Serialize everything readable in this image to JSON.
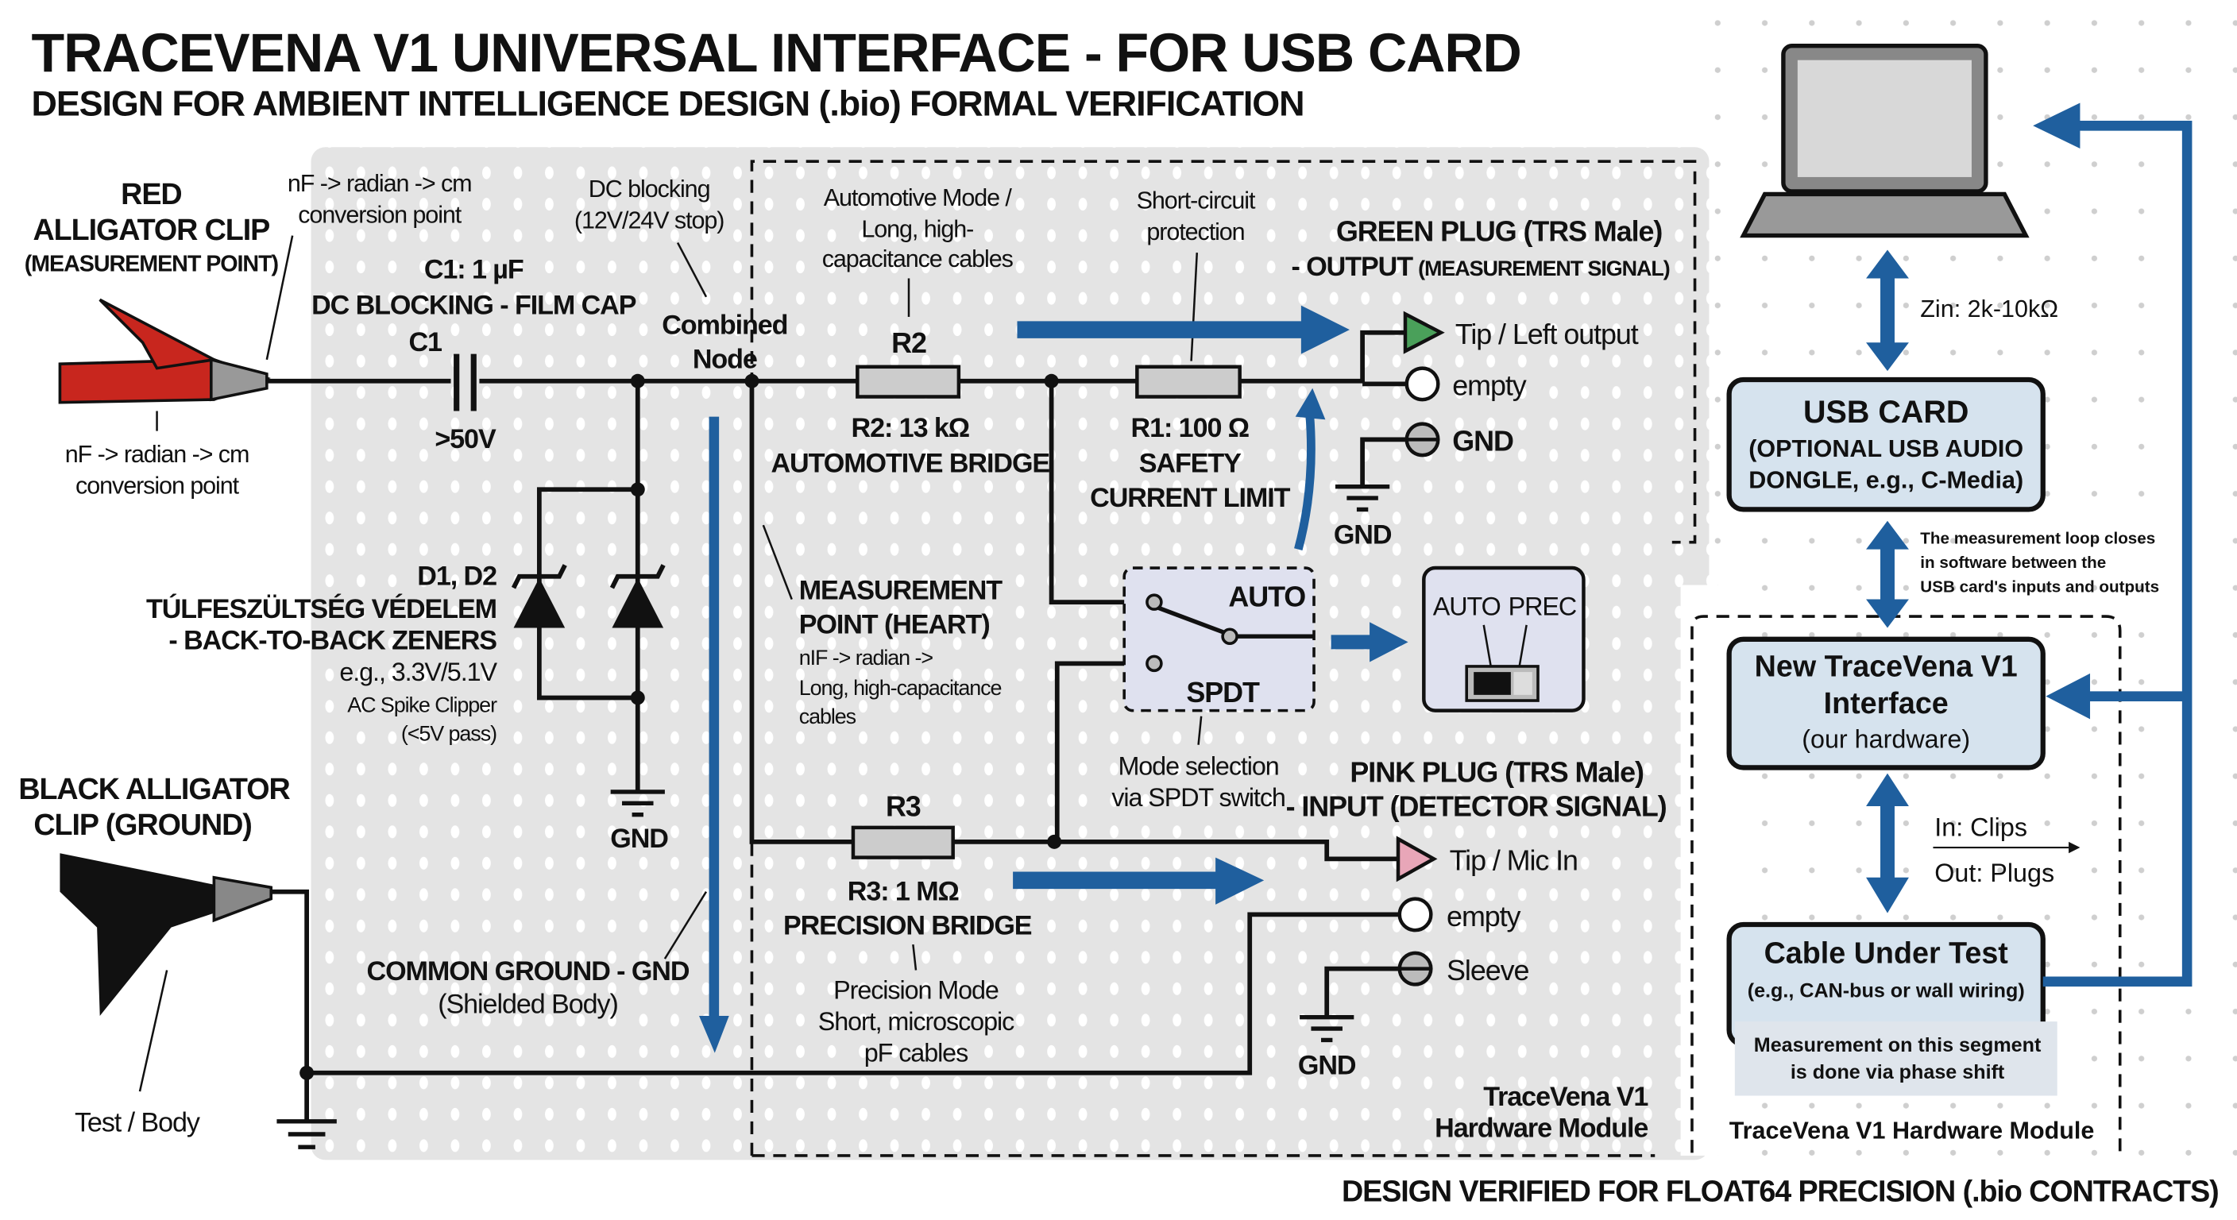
{
  "header": {
    "title": "TRACEVENA V1 UNIVERSAL INTERFACE - FOR USB CARD",
    "subtitle": "DESIGN FOR AMBIENT INTELLIGENCE DESIGN (.bio) FORMAL VERIFICATION"
  },
  "red_clip": {
    "title1": "RED",
    "title2": "ALLIGATOR CLIP",
    "title3": "(MEASUREMENT POINT)",
    "note_top1": "nF -> radian -> cm",
    "note_top2": "conversion point",
    "note_bottom1": "nF -> radian -> cm",
    "note_bottom2": "conversion point",
    "color": "#c8261e"
  },
  "c1": {
    "value": "C1: 1 µF",
    "desc": "DC BLOCKING - FILM CAP",
    "ref": "C1",
    "rating": ">50V",
    "dc_note1": "DC blocking",
    "dc_note2": "(12V/24V stop)"
  },
  "combined_node": {
    "line1": "Combined",
    "line2": "Node"
  },
  "r2": {
    "ref": "R2",
    "value": "R2: 13 kΩ",
    "desc": "AUTOMOTIVE BRIDGE",
    "note1": "Automotive Mode /",
    "note2": "Long, high-",
    "note3": "capacitance cables"
  },
  "r1": {
    "value": "R1: 100 Ω",
    "desc1": "SAFETY",
    "desc2": "CURRENT LIMIT",
    "note1": "Short-circuit",
    "note2": "protection"
  },
  "green_plug": {
    "title": "GREEN PLUG (TRS Male)",
    "subtitle_a": "- OUTPUT",
    "subtitle_b": "(MEASUREMENT SIGNAL)",
    "pins": [
      "Tip / Left output",
      "empty",
      "GND"
    ],
    "gnd": "GND",
    "color": "#4aa05a"
  },
  "zeners": {
    "ref": "D1, D2",
    "line1": "TÚLFESZÜLTSÉG VÉDELEM",
    "line2": "- BACK-TO-BACK ZENERS",
    "line3": "e.g., 3.3V/5.1V",
    "line4": "AC Spike Clipper",
    "line5": "(<5V pass)",
    "gnd": "GND"
  },
  "measurement_point": {
    "title1": "MEASUREMENT",
    "title2": "POINT (HEART)",
    "note1": "nIF -> radian ->",
    "note2": "Long, high-capacitance",
    "note3": "cables"
  },
  "switch": {
    "auto": "AUTO",
    "spdt": "SPDT",
    "note1": "Mode selection",
    "note2": "via SPDT switch",
    "selector_auto": "AUTO",
    "selector_prec": "PREC"
  },
  "r3": {
    "ref": "R3",
    "value": "R3: 1 MΩ",
    "desc": "PRECISION BRIDGE",
    "note1": "Precision Mode",
    "note2": "Short, microscopic",
    "note3": "pF cables"
  },
  "pink_plug": {
    "title": "PINK PLUG (TRS Male)",
    "subtitle": "- INPUT (DETECTOR SIGNAL)",
    "pins": [
      "Tip / Mic In",
      "empty",
      "Sleeve"
    ],
    "gnd": "GND",
    "color": "#e8a6b8"
  },
  "black_clip": {
    "title1": "BLACK ALLIGATOR",
    "title2": "CLIP (GROUND)",
    "note": "Test / Body"
  },
  "common_ground": {
    "title": "COMMON GROUND - GND",
    "sub": "(Shielded Body)"
  },
  "module_label": {
    "line1": "TraceVena V1",
    "line2": "Hardware Module"
  },
  "footer": "DESIGN VERIFIED FOR FLOAT64 PRECISION (.bio CONTRACTS)",
  "right": {
    "zin": "Zin: 2k-10kΩ",
    "usb_card": {
      "line1": "USB CARD",
      "line2": "(OPTIONAL USB AUDIO",
      "line3": "DONGLE, e.g., C-Media)"
    },
    "loop_note": [
      "The measurement loop closes",
      "in software between the",
      "USB card's inputs and outputs"
    ],
    "interface": {
      "line1": "New TraceVena V1",
      "line2": "Interface",
      "line3": "(our hardware)"
    },
    "in_clips": "In: Clips",
    "out_plugs": "Out: Plugs",
    "cable": {
      "line1": "Cable Under Test",
      "line2": "(e.g., CAN-bus or wall wiring)"
    },
    "phase_note": [
      "Measurement on this segment",
      "is done via phase shift"
    ],
    "module_label": "TraceVena V1 Hardware Module"
  },
  "colors": {
    "accent_blue": "#1f5f9e",
    "panel": "#e4e4e4",
    "box_fill": "#d6e3ee"
  }
}
